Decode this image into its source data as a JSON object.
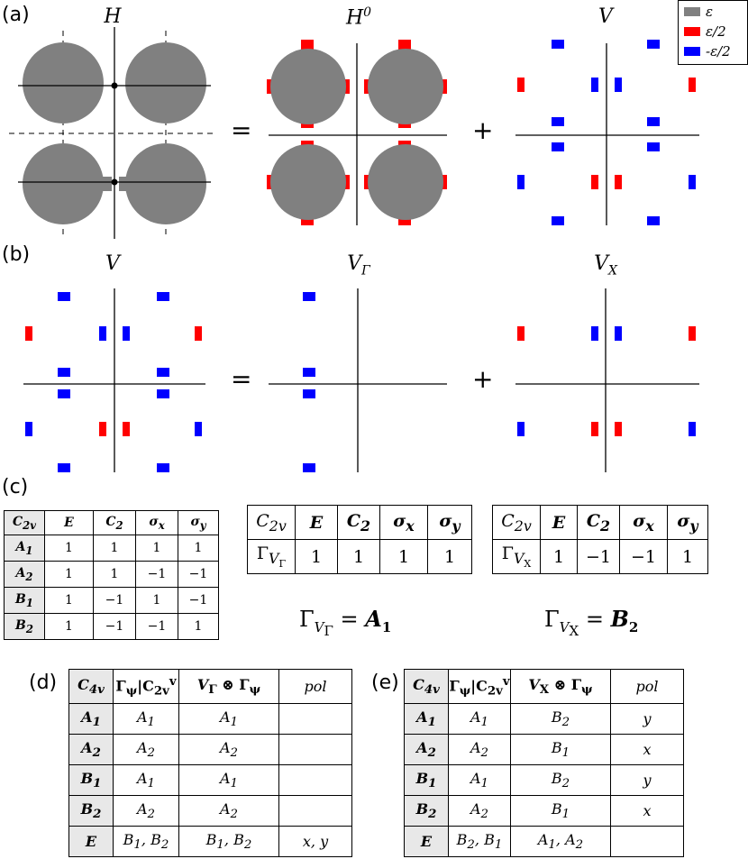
{
  "panel_labels": [
    "(a)",
    "(b)",
    "(c)",
    "(d)",
    "(e)"
  ],
  "panel_a": {
    "titles": [
      "H",
      "H",
      "V"
    ],
    "title_sup_h0": "0",
    "ops": [
      "=",
      "+"
    ]
  },
  "panel_b": {
    "titles": [
      "V",
      "V",
      "V"
    ],
    "title_subs": [
      "",
      "Γ",
      "X"
    ],
    "ops": [
      "=",
      "+"
    ]
  },
  "legend": [
    {
      "label": "ε",
      "color": "#808080"
    },
    {
      "label": "ε/2",
      "color": "#ff0000"
    },
    {
      "label": "-ε/2",
      "color": "#0000ff"
    }
  ],
  "colors": {
    "disk": "#808080",
    "red": "#ff0000",
    "blue": "#0000ff"
  },
  "table_c2v": {
    "header": [
      "C2v",
      "E",
      "C2",
      "σx",
      "σy"
    ],
    "rows": [
      [
        "A1",
        "1",
        "1",
        "1",
        "1"
      ],
      [
        "A2",
        "1",
        "1",
        "−1",
        "−1"
      ],
      [
        "B1",
        "1",
        "−1",
        "1",
        "−1"
      ],
      [
        "B2",
        "1",
        "−1",
        "−1",
        "1"
      ]
    ]
  },
  "table_vg": {
    "header": [
      "C2v",
      "E",
      "C2",
      "σx",
      "σy"
    ],
    "row_label": "ΓVΓ",
    "values": [
      "1",
      "1",
      "1",
      "1"
    ],
    "result": "ΓVΓ = A1"
  },
  "table_vx": {
    "header": [
      "C2v",
      "E",
      "C2",
      "σx",
      "σy"
    ],
    "row_label": "ΓVX",
    "values": [
      "1",
      "−1",
      "−1",
      "1"
    ],
    "result": "ΓVX = B2"
  },
  "table_d": {
    "header": [
      "C4v",
      "Γψ|C2vv",
      "VΓ ⊗ Γψ",
      "pol"
    ],
    "rows": [
      [
        "A1",
        "A1",
        "A1",
        ""
      ],
      [
        "A2",
        "A2",
        "A2",
        ""
      ],
      [
        "B1",
        "A1",
        "A1",
        ""
      ],
      [
        "B2",
        "A2",
        "A2",
        ""
      ],
      [
        "E",
        "B1, B2",
        "B1, B2",
        "x, y"
      ]
    ]
  },
  "table_e": {
    "header": [
      "C4v",
      "Γψ|C2vv",
      "VX ⊗ Γψ",
      "pol"
    ],
    "rows": [
      [
        "A1",
        "A1",
        "B2",
        "y"
      ],
      [
        "A2",
        "A2",
        "B1",
        "x"
      ],
      [
        "B1",
        "A1",
        "B2",
        "y"
      ],
      [
        "B2",
        "A2",
        "B1",
        "x"
      ],
      [
        "E",
        "B2, B1",
        "A1, A2",
        ""
      ]
    ]
  }
}
